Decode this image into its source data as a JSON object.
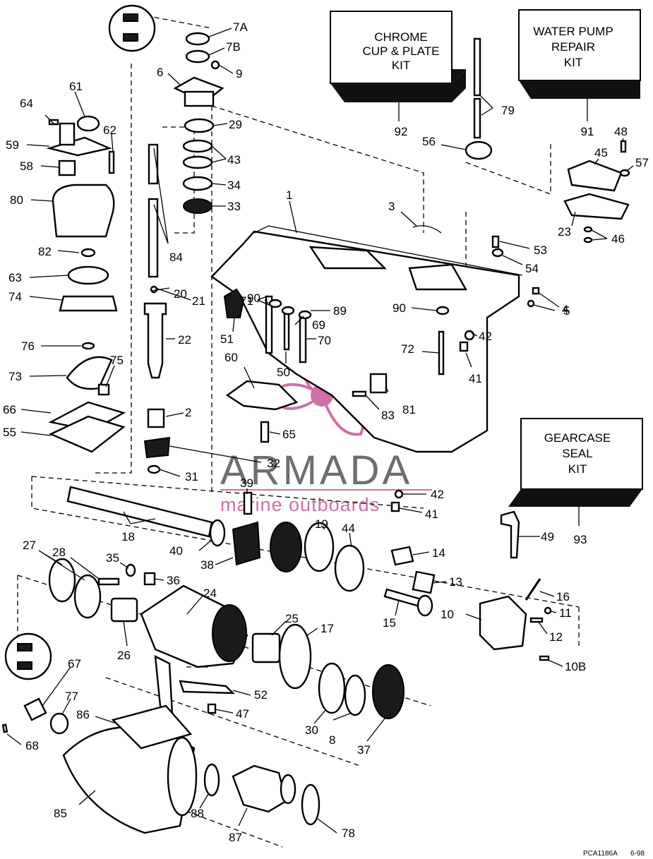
{
  "kits": {
    "chrome_cup_plate": {
      "lines": [
        "CHROME",
        "CUP & PLATE",
        "KIT"
      ],
      "number": "92"
    },
    "water_pump_repair": {
      "lines": [
        "WATER PUMP",
        "REPAIR",
        "KIT"
      ],
      "number": "91"
    },
    "gearcase_seal": {
      "lines": [
        "GEARCASE",
        "SEAL",
        "KIT"
      ],
      "number": "93"
    }
  },
  "watermark": {
    "brand": "ARMADA",
    "tagline": "marine outboards",
    "accent_color": "#d070a8"
  },
  "drawing_code": "PCA1186A",
  "drawing_date": "6-98",
  "callouts": [
    "7A",
    "7B",
    "9",
    "6",
    "29",
    "43",
    "34",
    "33",
    "64",
    "61",
    "62",
    "59",
    "58",
    "80",
    "82",
    "63",
    "74",
    "76",
    "73",
    "75",
    "66",
    "55",
    "84",
    "21",
    "20",
    "22",
    "2",
    "31",
    "32",
    "1",
    "3",
    "79",
    "56",
    "48",
    "45",
    "57",
    "23",
    "46",
    "53",
    "54",
    "5",
    "4",
    "90",
    "89",
    "51",
    "71",
    "69",
    "70",
    "50",
    "42",
    "41",
    "72",
    "81",
    "83",
    "60",
    "65",
    "39",
    "18",
    "40",
    "38",
    "19",
    "44",
    "14",
    "13",
    "16",
    "11",
    "12",
    "10",
    "10B",
    "15",
    "49",
    "27",
    "28",
    "35",
    "36",
    "24",
    "26",
    "25",
    "17",
    "52",
    "47",
    "30",
    "8",
    "37",
    "67",
    "77",
    "86",
    "68",
    "85",
    "88",
    "87",
    "78"
  ]
}
